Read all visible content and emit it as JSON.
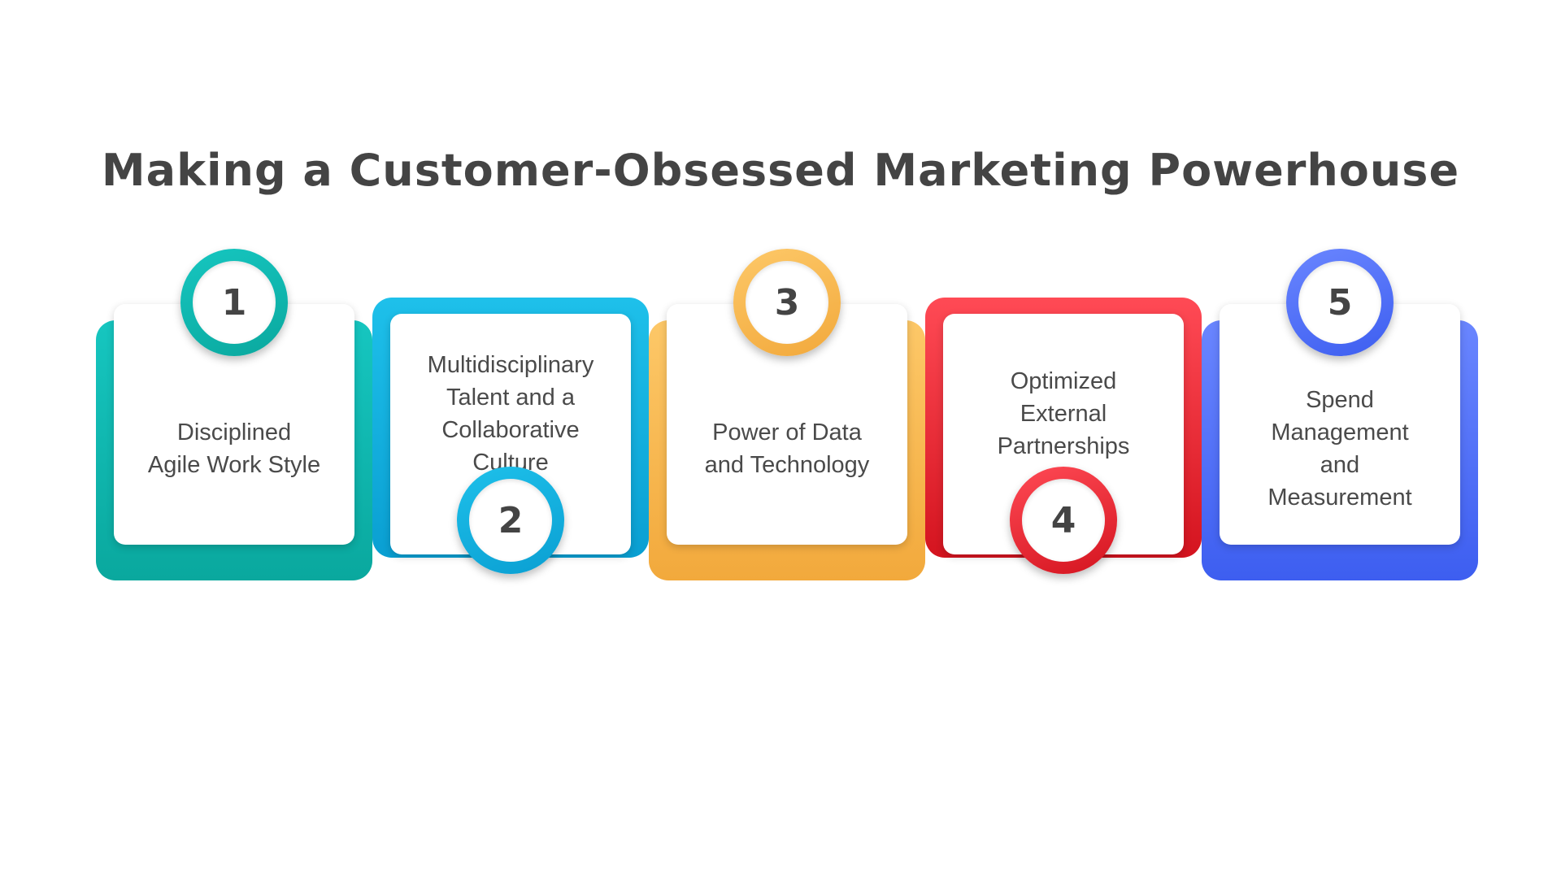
{
  "title": "Making a Customer-Obsessed Marketing Powerhouse",
  "steps": [
    {
      "number": "1",
      "label": "Disciplined\nAgile Work Style",
      "color_start": "#16c6c0",
      "color_end": "#0aa89e"
    },
    {
      "number": "2",
      "label": "Multidisciplinary\nTalent and a\nCollaborative\nCulture",
      "color_start": "#1ec0ea",
      "color_end": "#0a9fd2"
    },
    {
      "number": "3",
      "label": "Power of Data\nand Technology",
      "color_start": "#fdc868",
      "color_end": "#f2a93c"
    },
    {
      "number": "4",
      "label": "Optimized\nExternal\nPartnerships",
      "color_start": "#ff4a55",
      "color_end": "#d4141f"
    },
    {
      "number": "5",
      "label": "Spend\nManagement\nand\nMeasurement",
      "color_start": "#6a86ff",
      "color_end": "#3d5ef0"
    }
  ]
}
